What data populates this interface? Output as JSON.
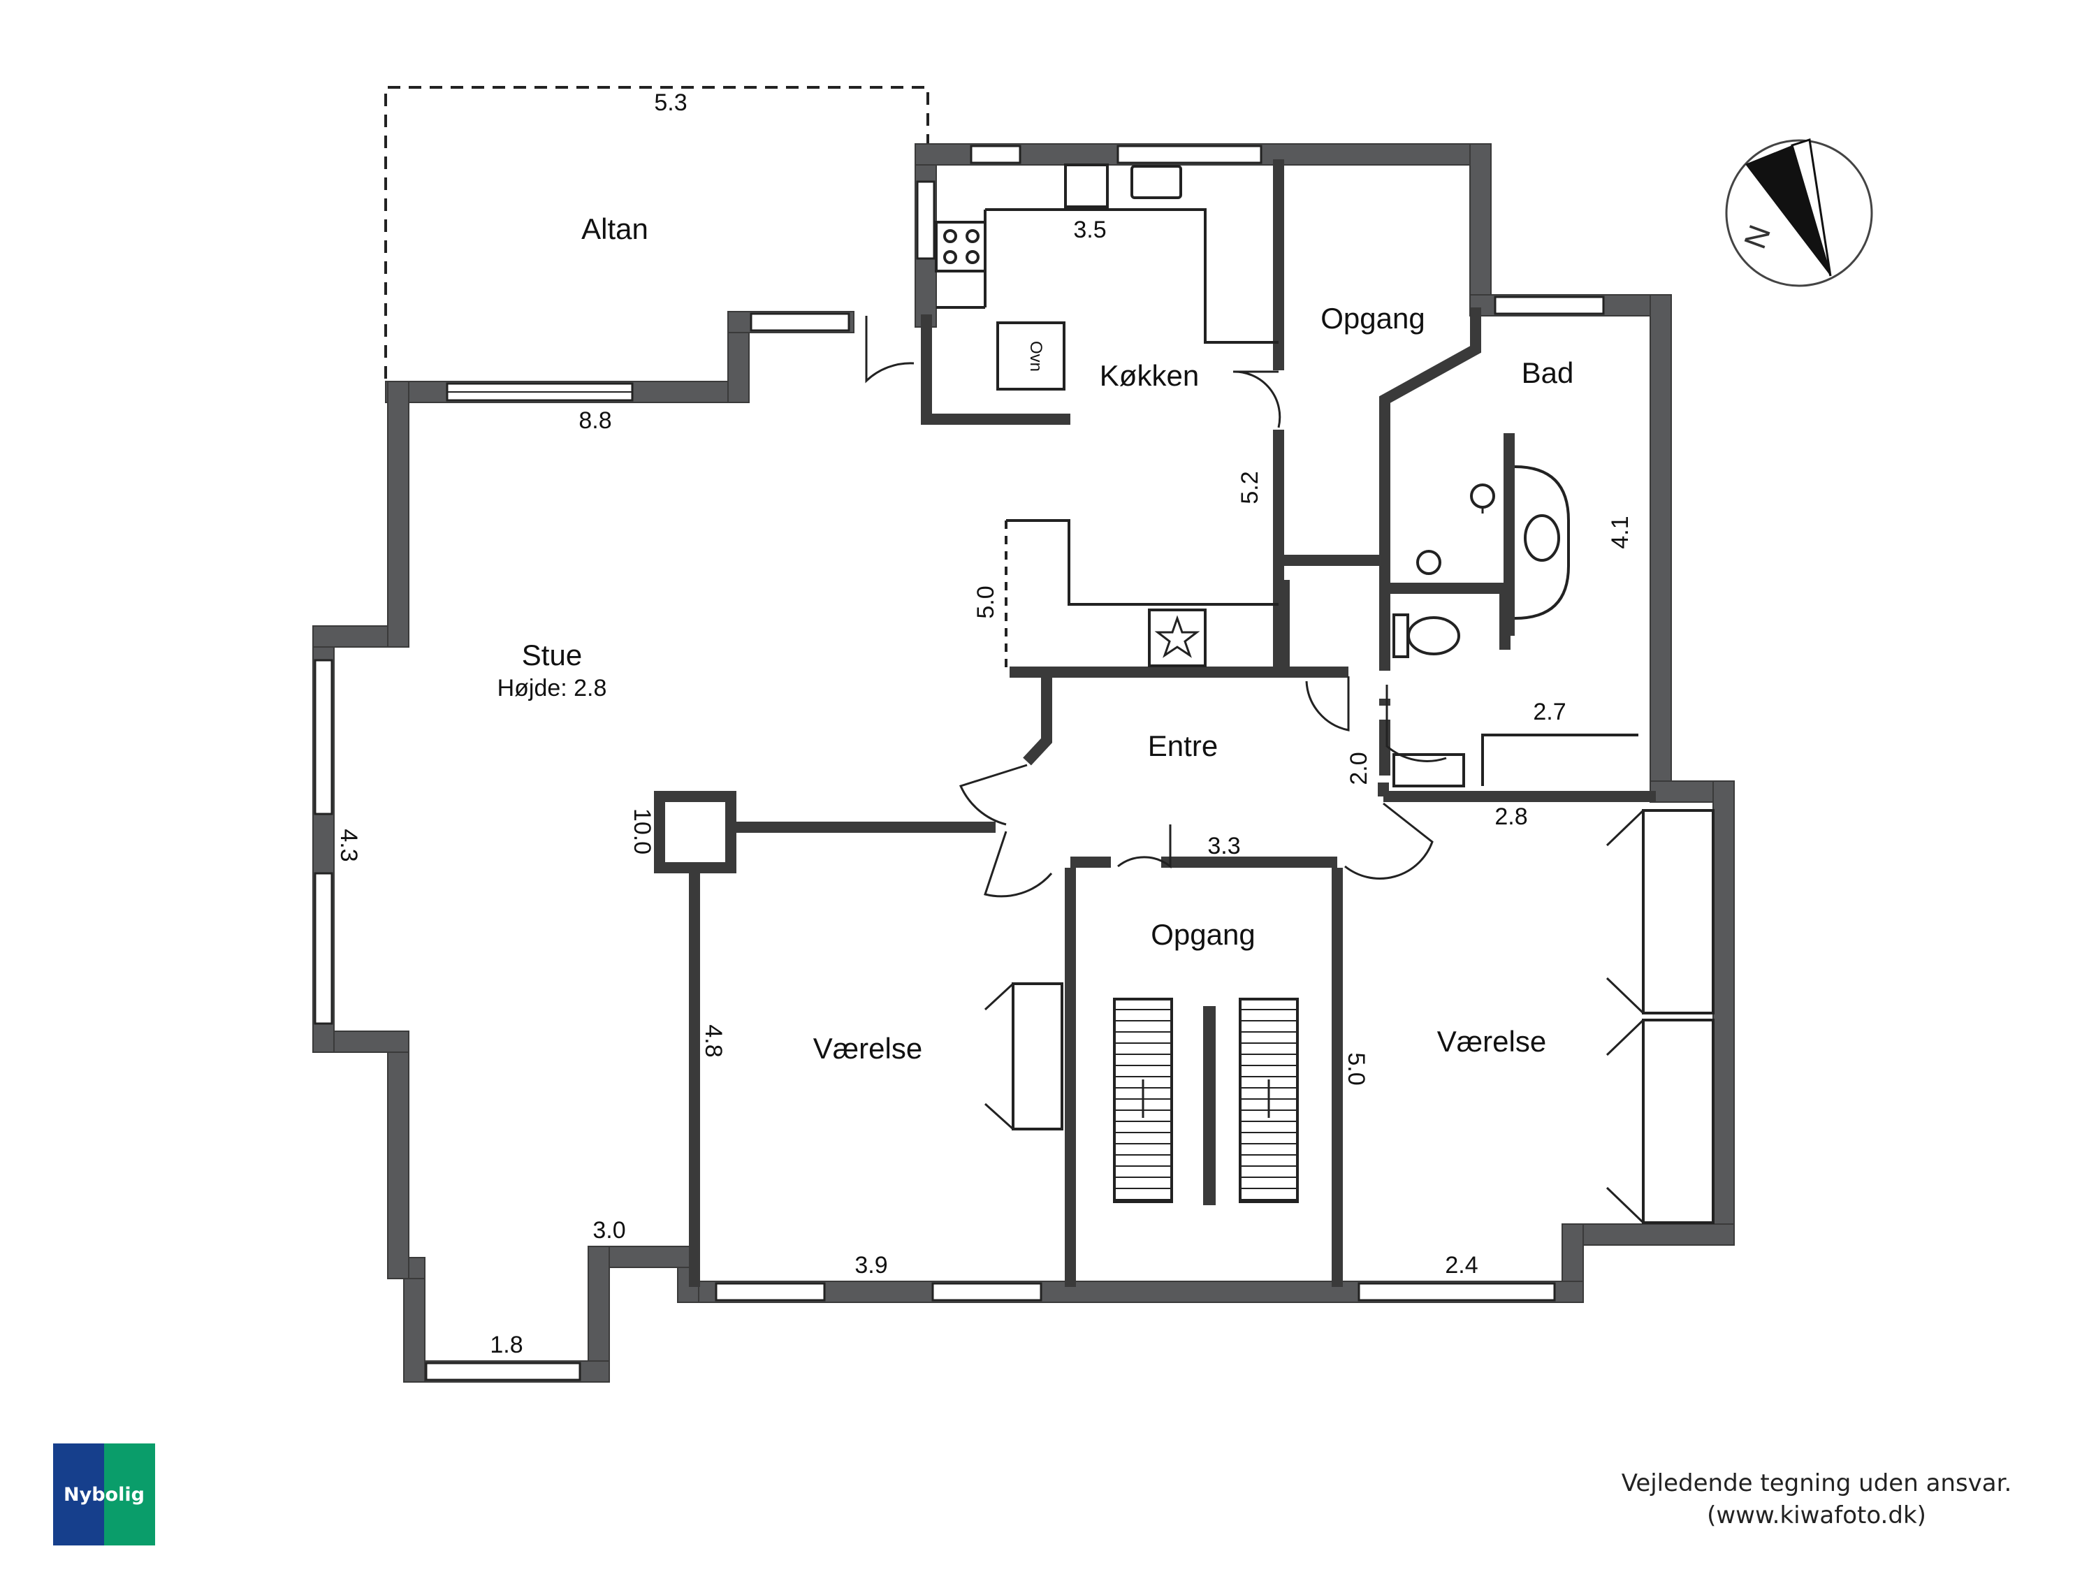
{
  "rooms": {
    "altan": "Altan",
    "kokken": "Køkken",
    "opgang_top": "Opgang",
    "bad": "Bad",
    "stue": "Stue",
    "stue_height": "Højde: 2.8",
    "entre": "Entre",
    "opgang_mid": "Opgang",
    "vaerelse_left": "Værelse",
    "vaerelse_right": "Værelse"
  },
  "dimensions": {
    "altan_width": "5.3",
    "kitchen_width": "3.5",
    "stue_top": "8.8",
    "kitchen_height": "5.2",
    "counter_side": "5.0",
    "stue_side": "4.3",
    "column": "10.0",
    "bad_height": "4.1",
    "bad_width": "2.7",
    "entre_height": "2.0",
    "room_right_top": "2.8",
    "entre_bottom": "3.3",
    "vaerelse_left_height": "4.8",
    "stair_side": "5.0",
    "stue_bottom_right": "3.0",
    "vaerelse_left_bottom": "3.9",
    "vaerelse_right_bottom": "2.4",
    "stue_bottom": "1.8"
  },
  "fixtures": {
    "oven": "Ovn"
  },
  "compass": {
    "letter": "N"
  },
  "logo": {
    "text": "Nybolig"
  },
  "disclaimer": {
    "line1": "Vejledende tegning uden ansvar.",
    "line2": "(www.kiwafoto.dk)"
  },
  "colors": {
    "wall": "#58595b",
    "logo_blue": "#163f8c",
    "logo_green": "#0a9d6a"
  }
}
